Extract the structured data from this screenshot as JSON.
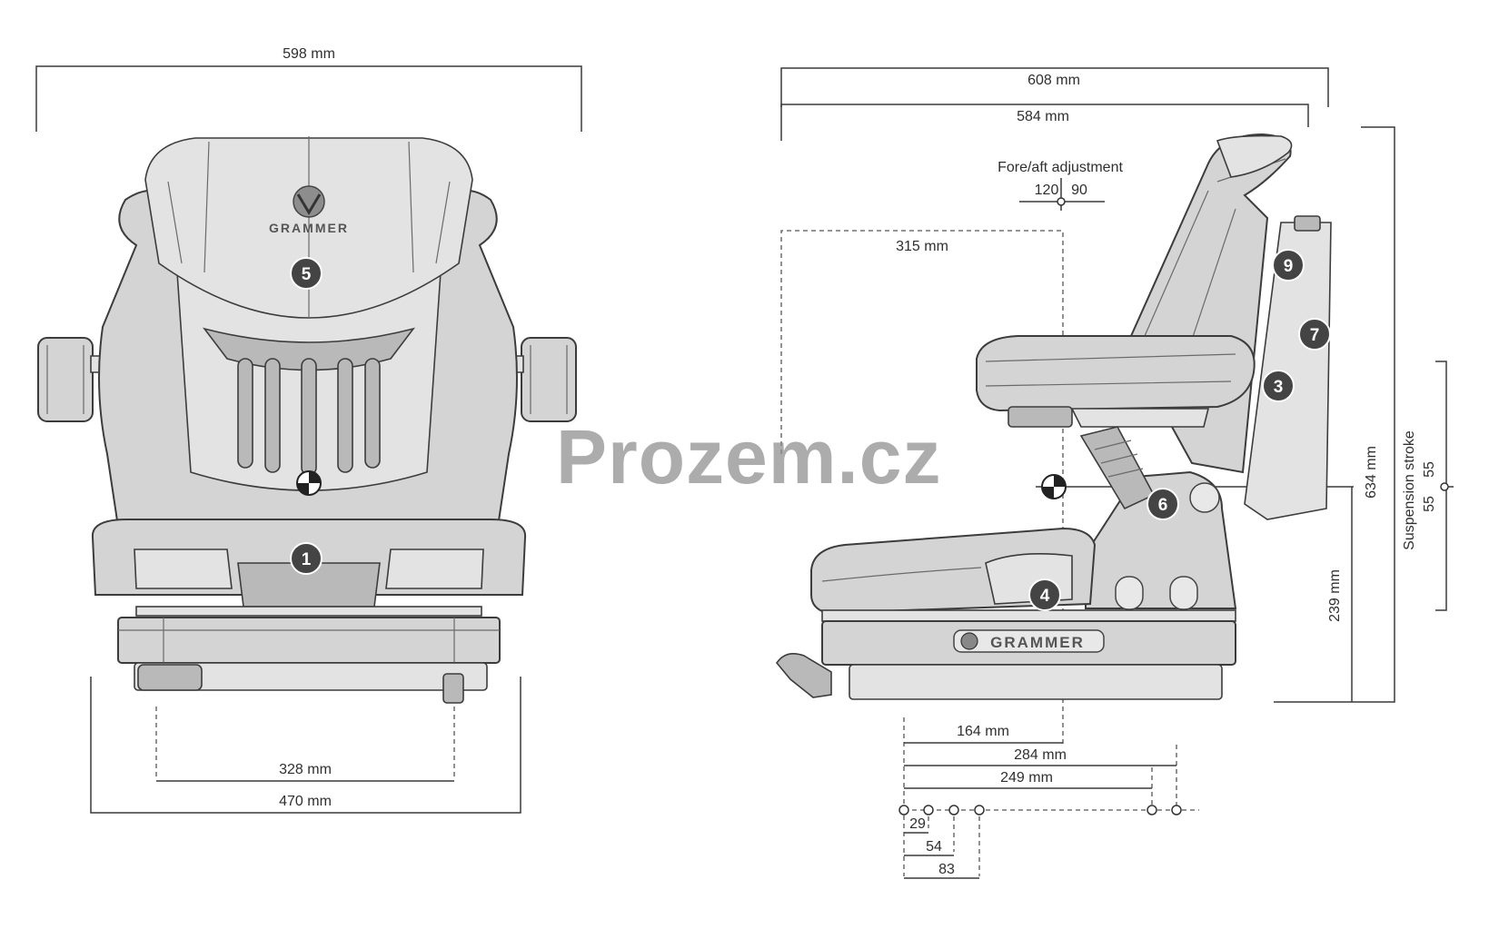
{
  "watermark": "Prozem.cz",
  "brand": "GRAMMER",
  "front_view": {
    "width_top": "598 mm",
    "width_mount": "328 mm",
    "width_base": "470 mm"
  },
  "side_view": {
    "depth_total": "608 mm",
    "depth_seat": "584 mm",
    "fore_aft_label": "Fore/aft adjustment",
    "fore_aft_back": "120",
    "fore_aft_forward": "90",
    "sip_distance": "315 mm",
    "height_total": "634 mm",
    "height_sip": "239 mm",
    "suspension_label": "Suspension stroke",
    "stroke_up": "55",
    "stroke_down": "55",
    "mount_164": "164 mm",
    "mount_284": "284 mm",
    "mount_249": "249 mm",
    "hole_29": "29",
    "hole_54": "54",
    "hole_83": "83"
  },
  "callouts": {
    "c1": "1",
    "c3": "3",
    "c4": "4",
    "c5": "5",
    "c6": "6",
    "c7": "7",
    "c9": "9"
  },
  "colors": {
    "seat_fill": "#d4d4d4",
    "line": "#3a3a3a",
    "badge": "#444444"
  }
}
